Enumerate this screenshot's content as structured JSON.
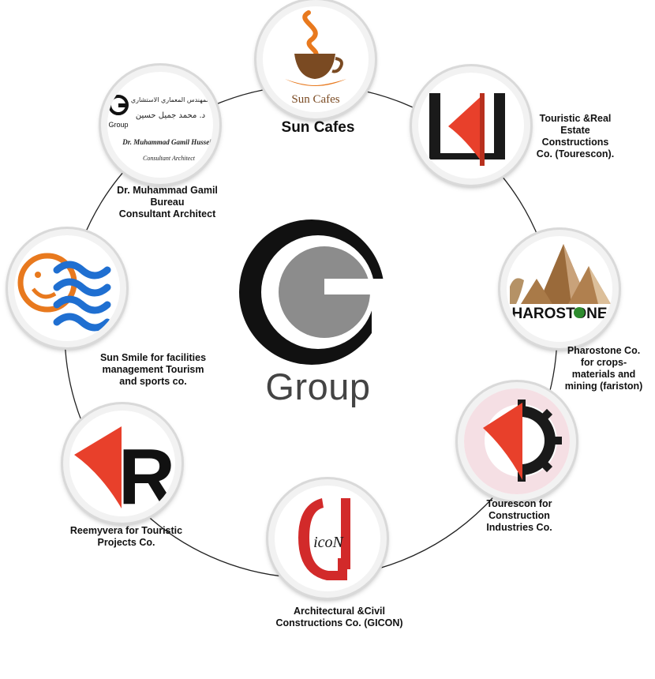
{
  "center": {
    "word": "Group"
  },
  "companies": [
    {
      "id": "sun-cafes",
      "label": "Sun Cafes",
      "logo_text": "Sun Cafes"
    },
    {
      "id": "tourescon",
      "label": "Touristic &Real\nEstate\nConstructions\nCo. (Tourescon)."
    },
    {
      "id": "pharostone",
      "label": "Pharostone Co.\nfor crops-\nmaterials and\nmining (fariston)",
      "logo_text": "HAROSTONE"
    },
    {
      "id": "tourescon-industries",
      "label": "Tourescon for\nConstruction\nIndustries Co."
    },
    {
      "id": "gicon",
      "label": "Architectural &Civil\nConstructions Co. (GICON)",
      "logo_text": "icoN"
    },
    {
      "id": "reemyvera",
      "label": "Reemyvera for Touristic\nProjects Co.",
      "logo_text": "R"
    },
    {
      "id": "sun-smile",
      "label": "Sun Smile for facilities\nmanagement Tourism\nand sports co."
    },
    {
      "id": "gamil-bureau",
      "label": "Dr. Muhammad Gamil\nBureau\nConsultant Architect",
      "logo_text_arabic_1": "المهندس المعماري الاستشاري",
      "logo_text_arabic_2": "د. محمد جميل حسين",
      "logo_text_name": "Dr. Muhammad Gamil Hussein",
      "logo_text_title": "Consultant Architect",
      "logo_text_group": "Group"
    }
  ],
  "colors": {
    "red": "#e8402b",
    "brown": "#7a4a22",
    "orange": "#e8791e",
    "blue": "#1f6fd1",
    "dark": "#2a2a2a"
  }
}
